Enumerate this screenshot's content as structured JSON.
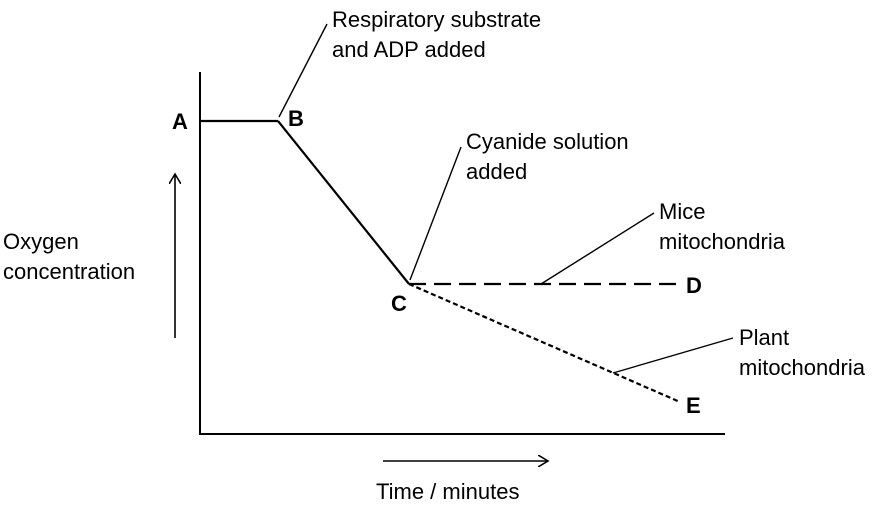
{
  "chart_data": {
    "type": "line",
    "xlabel": "Time / minutes",
    "ylabel": [
      "Oxygen",
      "concentration"
    ],
    "points": {
      "A": "A",
      "B": "B",
      "C": "C",
      "D": "D",
      "E": "E"
    },
    "series": [
      {
        "name": "Mice mitochondria",
        "style": "long-dash",
        "path": [
          "C",
          "D"
        ]
      },
      {
        "name": "Plant mitochondria",
        "style": "short-dash",
        "path": [
          "C",
          "E"
        ]
      }
    ],
    "annotations": {
      "substrate": [
        "Respiratory substrate",
        "and ADP added"
      ],
      "cyanide": [
        "Cyanide solution",
        "added"
      ],
      "mice": [
        "Mice",
        "mitochondria"
      ],
      "plant": [
        "Plant",
        "mitochondria"
      ]
    },
    "colors": {
      "ink": "#000000",
      "background": "#ffffff"
    },
    "grid": false,
    "legend": "none"
  }
}
